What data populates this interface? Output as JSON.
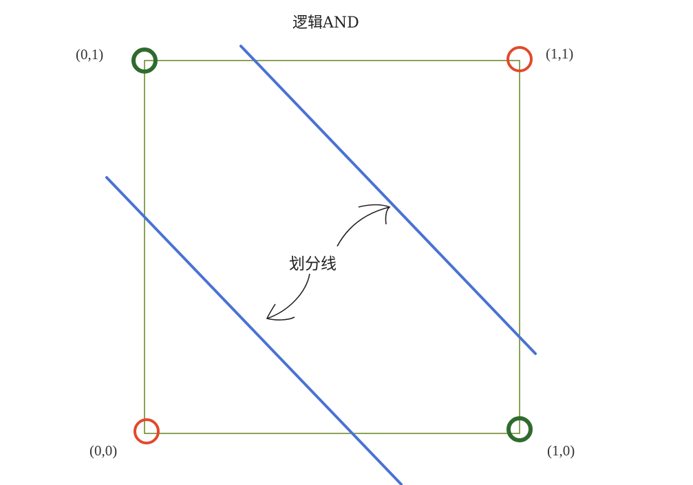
{
  "title": "逻辑AND",
  "annotation": "划分线",
  "points": [
    {
      "label": "(0,0)",
      "x": 0,
      "y": 0,
      "class": "false",
      "color": "#e2492b"
    },
    {
      "label": "(0,1)",
      "x": 0,
      "y": 1,
      "class": "false",
      "color": "#2f6b2e"
    },
    {
      "label": "(1,0)",
      "x": 1,
      "y": 0,
      "class": "false",
      "color": "#2f6b2e"
    },
    {
      "label": "(1,1)",
      "x": 1,
      "y": 1,
      "class": "true",
      "color": "#e2492b"
    }
  ],
  "colors": {
    "square": "#6f8a2e",
    "divider": "#4a72d4",
    "text": "#222222"
  }
}
